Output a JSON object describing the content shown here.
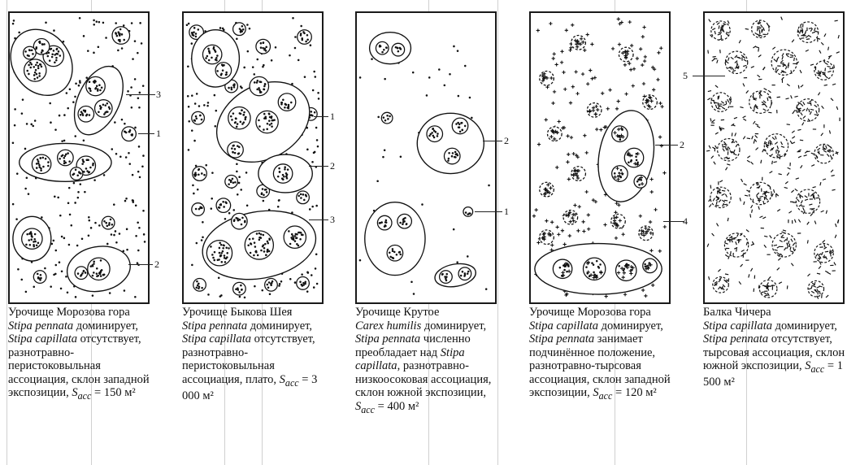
{
  "panels": [
    {
      "location": "Урочище Морозова гора",
      "description_html": "<i>Stipa pennata</i> доминирует, <i>Stipa capillata</i> отсутствует, разнотравно-перистоковыльная ассоциация, склон западной экспозиции, <i>S<sub>асс</sub></i> = 150 м²",
      "callouts": [
        "3",
        "1",
        "2"
      ]
    },
    {
      "location": "Урочище Быкова Шея",
      "description_html": "<i>Stipa pennata</i> доминирует, <i>Stipa capillata</i> отсутствует, разнотравно-перистоковыльная ассоциация, плато, <i>S<sub>асс</sub></i> = 3 000 м²",
      "callouts": [
        "1",
        "2",
        "3"
      ]
    },
    {
      "location": "Урочище Крутое",
      "description_html": "<i>Carex humilis</i> доминирует, <i>Stipa pennata</i> численно преобладает над <i>Stipa capillata</i>, разнотравно-низкоосоковая ассоциация, склон южной экспозиции, <i>S<sub>асс</sub></i> = 400 м²",
      "callouts": [
        "2",
        "1"
      ]
    },
    {
      "location": "Урочище Морозова гора",
      "description_html": "<i>Stipa capillata</i> доминирует, <i>Stipa pennata</i> занимает подчинённое положение, разнотравно-тырсовая ассоциация, склон западной экспозиции, <i>S<sub>асс</sub></i> = 120 м²",
      "callouts": [
        "2",
        "4"
      ]
    },
    {
      "location": "Балка Чичера",
      "description_html": "<i>Stipa capillata</i> доминирует, <i>Stipa pennata</i> отсутствует, тырсовая ассоциация, склон южной экспозиции, <i>S<sub>асс</sub></i> = 1 500 м²",
      "callouts": [
        "5"
      ]
    }
  ]
}
